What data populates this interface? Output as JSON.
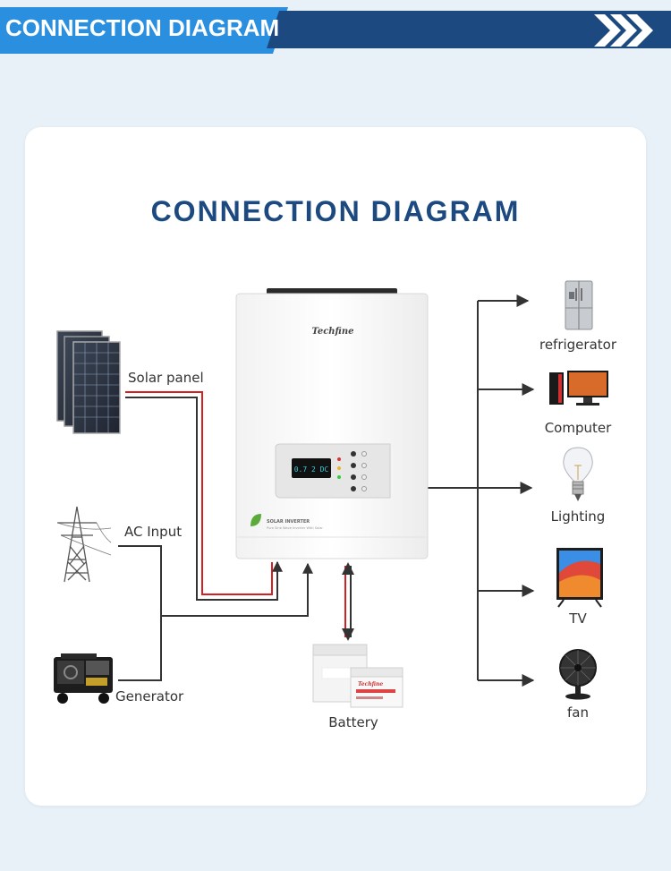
{
  "header": {
    "banner_title": "CONNECTION DIAGRAM",
    "banner_color": "#1c4a80",
    "accent_color": "#2b8fe0"
  },
  "diagram": {
    "title": "CONNECTION DIAGRAM",
    "inverter_brand": "Techfine",
    "inverter_caption": "SOLAR INVERTER",
    "inverter_subcaption": "Pure Sine Wave Inverter With Solar",
    "battery_brand": "Techfine",
    "inputs": [
      {
        "id": "solar",
        "label": "Solar panel",
        "icon": "solar-panel-icon"
      },
      {
        "id": "ac",
        "label": "AC Input",
        "icon": "power-tower-icon"
      },
      {
        "id": "generator",
        "label": "Generator",
        "icon": "generator-icon"
      }
    ],
    "battery": {
      "label": "Battery",
      "icon": "battery-icon"
    },
    "outputs": [
      {
        "id": "refrigerator",
        "label": "refrigerator",
        "icon": "refrigerator-icon"
      },
      {
        "id": "computer",
        "label": "Computer",
        "icon": "computer-icon"
      },
      {
        "id": "lighting",
        "label": "Lighting",
        "icon": "light-bulb-icon"
      },
      {
        "id": "tv",
        "label": "TV",
        "icon": "tv-icon"
      },
      {
        "id": "fan",
        "label": "fan",
        "icon": "fan-icon"
      }
    ],
    "wire_red": "#d42020",
    "wire_dark": "#333333"
  }
}
